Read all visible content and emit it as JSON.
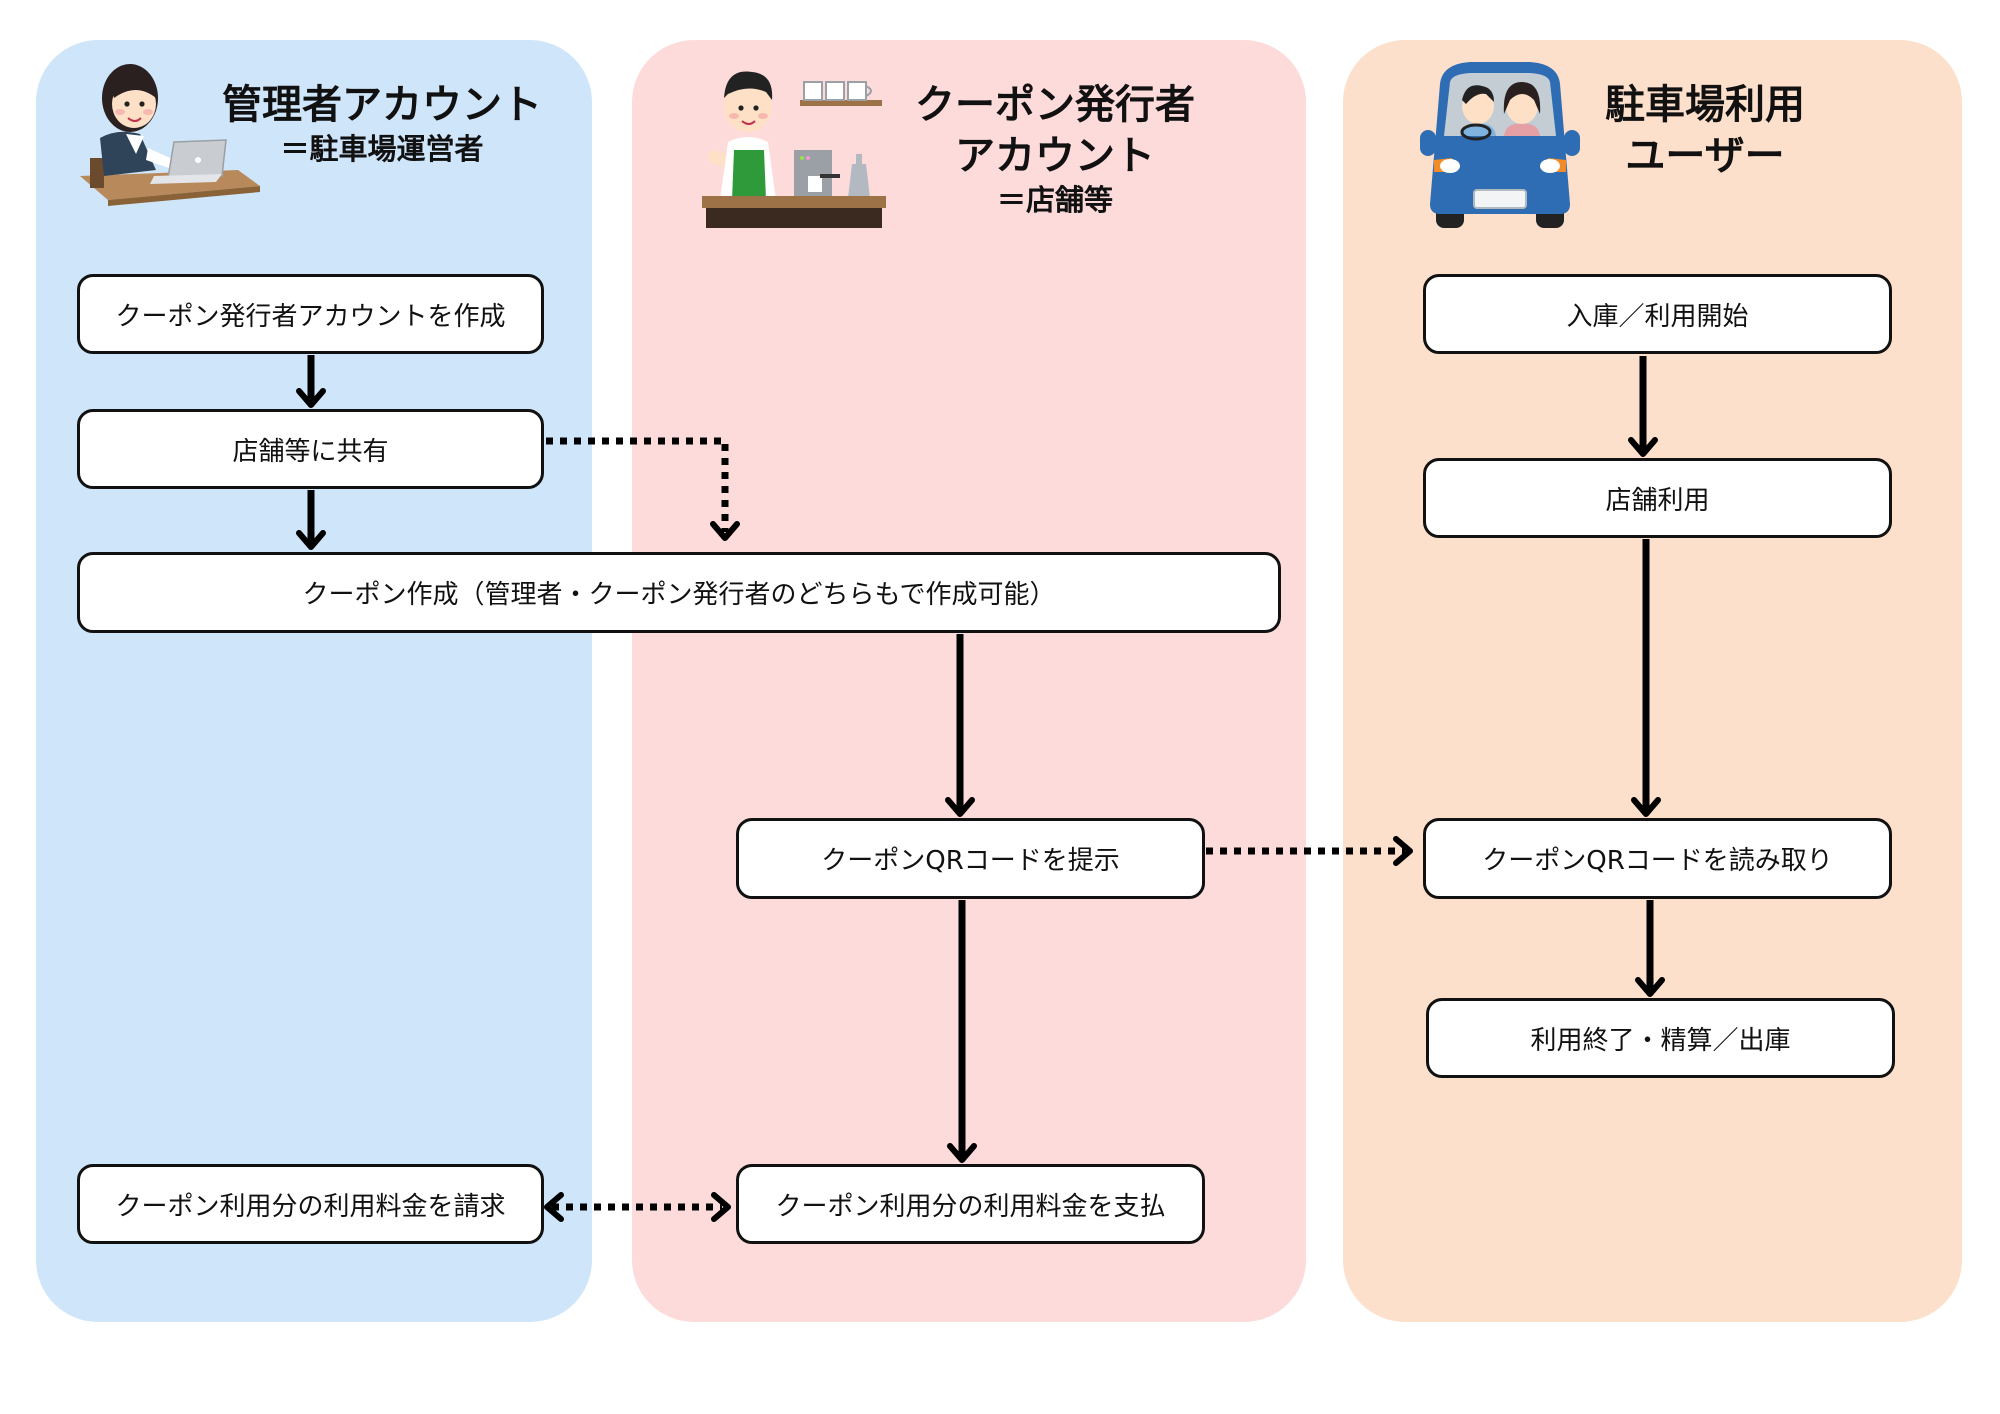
{
  "lanes": {
    "admin": {
      "title": "管理者アカウント",
      "subtitle": "＝駐車場運営者",
      "illustration": "office-worker-laptop-icon",
      "color": "#cfe5fa"
    },
    "issuer": {
      "title_line1": "クーポン発行者",
      "title_line2": "アカウント",
      "subtitle": "＝店舗等",
      "illustration": "cafe-staff-icon",
      "color": "#fddbdb"
    },
    "user": {
      "title_line1": "駐車場利用",
      "title_line2": "ユーザー",
      "illustration": "car-with-couple-icon",
      "color": "#fde0cc"
    }
  },
  "steps": {
    "create_issuer_account": "クーポン発行者アカウントを作成",
    "share_with_stores": "店舗等に共有",
    "create_coupon": "クーポン作成（管理者・クーポン発行者のどちらもで作成可能）",
    "present_qr": "クーポンQRコードを提示",
    "pay_fees": "クーポン利用分の利用料金を支払",
    "bill_fees": "クーポン利用分の利用料金を請求",
    "entry_start": "入庫／利用開始",
    "store_use": "店舗利用",
    "read_qr": "クーポンQRコードを読み取り",
    "end_settle_exit": "利用終了・精算／出庫"
  },
  "connectors": [
    {
      "from": "create_issuer_account",
      "to": "share_with_stores",
      "style": "solid"
    },
    {
      "from": "share_with_stores",
      "to": "create_coupon",
      "style": "solid"
    },
    {
      "from": "share_with_stores",
      "to": "create_coupon",
      "style": "dotted"
    },
    {
      "from": "create_coupon",
      "to": "present_qr",
      "style": "solid"
    },
    {
      "from": "present_qr",
      "to": "pay_fees",
      "style": "solid"
    },
    {
      "from": "present_qr",
      "to": "read_qr",
      "style": "dotted"
    },
    {
      "from": "bill_fees",
      "to": "pay_fees",
      "style": "dotted-bidirectional"
    },
    {
      "from": "entry_start",
      "to": "store_use",
      "style": "solid"
    },
    {
      "from": "store_use",
      "to": "read_qr",
      "style": "solid"
    },
    {
      "from": "read_qr",
      "to": "end_settle_exit",
      "style": "solid"
    }
  ]
}
